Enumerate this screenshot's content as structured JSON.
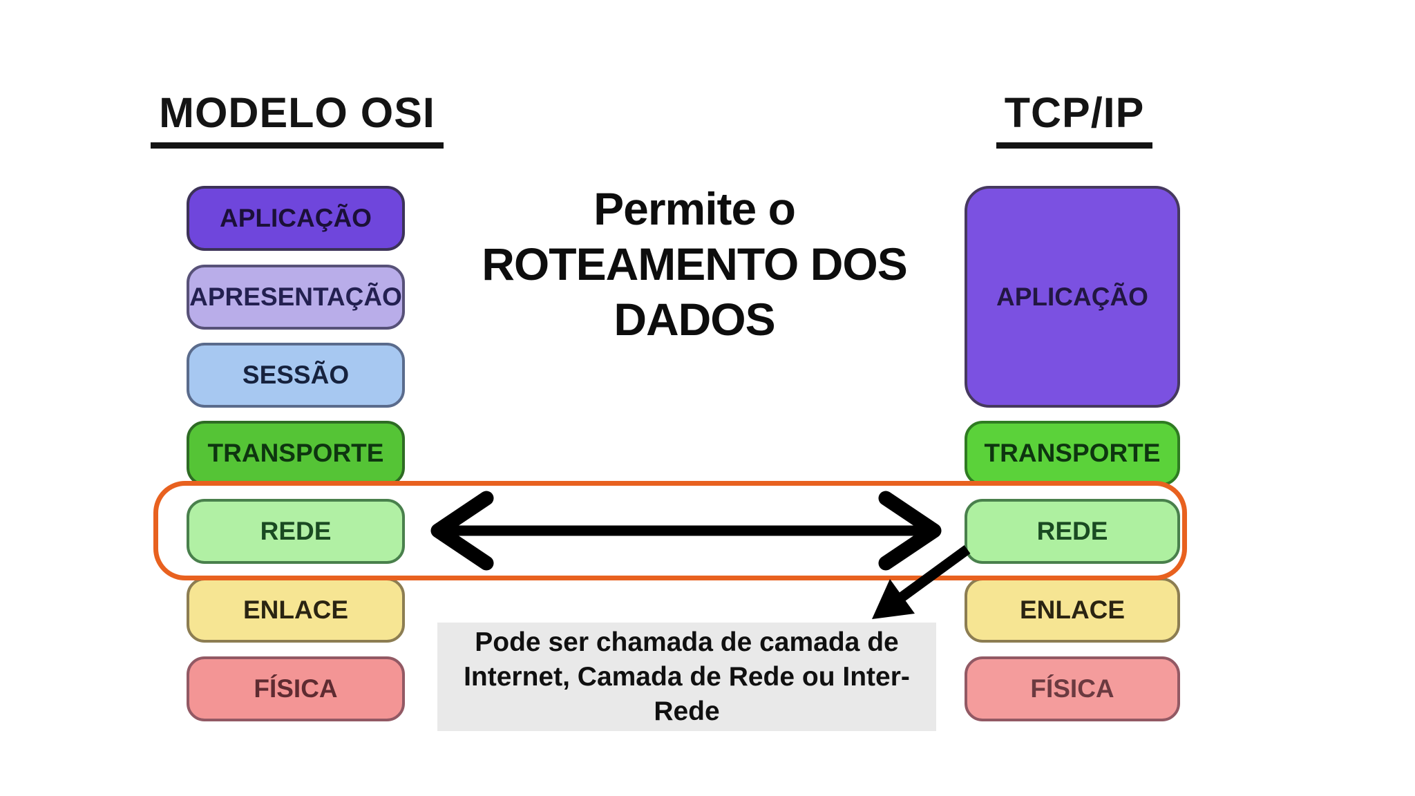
{
  "titles": {
    "osi": "MODELO OSI",
    "tcpip": "TCP/IP"
  },
  "osi_layers": [
    {
      "label": "APLICAÇÃO",
      "fill": "#6f46dc",
      "border": "#3c3258",
      "text_color": "#1b1038"
    },
    {
      "label": "APRESENTAÇÃO",
      "fill": "#b9ade9",
      "border": "#575178",
      "text_color": "#232050"
    },
    {
      "label": "SESSÃO",
      "fill": "#a7c8f1",
      "border": "#5a6b8c",
      "text_color": "#16223e"
    },
    {
      "label": "TRANSPORTE",
      "fill": "#55c436",
      "border": "#2e6b24",
      "text_color": "#0e3510"
    },
    {
      "label": "REDE",
      "fill": "#b1f0a4",
      "border": "#49804c",
      "text_color": "#1a4a22"
    },
    {
      "label": "ENLACE",
      "fill": "#f6e593",
      "border": "#8c7d52",
      "text_color": "#2a2412"
    },
    {
      "label": "FÍSICA",
      "fill": "#f39595",
      "border": "#925964",
      "text_color": "#5e2b31"
    }
  ],
  "tcpip_layers": [
    {
      "label": "APLICAÇÃO",
      "fill": "#7b51e1",
      "border": "#46395f",
      "text_color": "#221742"
    },
    {
      "label": "TRANSPORTE",
      "fill": "#5bd23a",
      "border": "#2f7b22",
      "text_color": "#0e3510"
    },
    {
      "label": "REDE",
      "fill": "#aef0a0",
      "border": "#49804c",
      "text_color": "#1a4a22"
    },
    {
      "label": "ENLACE",
      "fill": "#f6e593",
      "border": "#8c7d52",
      "text_color": "#2a2412"
    },
    {
      "label": "FÍSICA",
      "fill": "#f49c9c",
      "border": "#925964",
      "text_color": "#6b3a40"
    }
  ],
  "center_note": {
    "lines": [
      "Permite o",
      "ROTEAMENTO DOS",
      "DADOS"
    ]
  },
  "bottom_note": {
    "background": "#e9e9e9",
    "lines": [
      "Pode ser chamada de camada de",
      "Internet, Camada de Rede ou Inter-",
      "Rede"
    ]
  },
  "highlight": {
    "color": "#e8611f"
  },
  "arrows": {
    "color": "#000000"
  }
}
